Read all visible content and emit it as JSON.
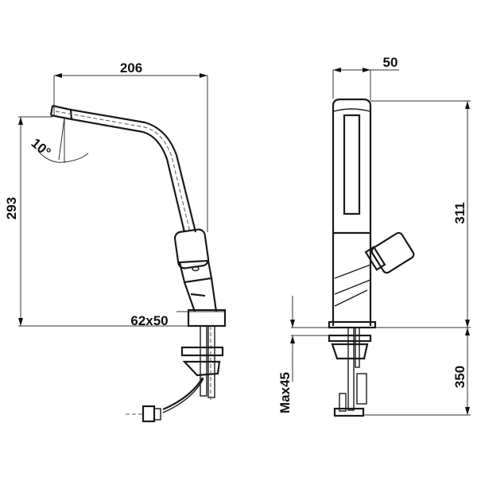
{
  "side_view": {
    "reach_label": "206",
    "height_label": "293",
    "angle_label": "10°",
    "base_label": "62x50"
  },
  "front_view": {
    "width_label": "50",
    "height_label": "311",
    "hose_label": "350",
    "max_thickness_label": "Max45"
  }
}
